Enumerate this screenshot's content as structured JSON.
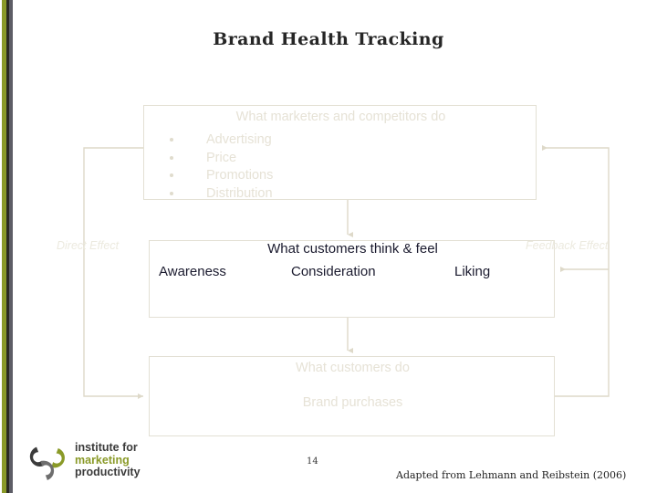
{
  "slide": {
    "title": "Brand Health Tracking",
    "page_number": "14",
    "source_note": "Adapted from Lehmann and Reibstein (2006)"
  },
  "colors": {
    "stripe_olive": "#8a9a28",
    "stripe_dark": "#2b2b22",
    "stripe_gray": "#5d5d66",
    "faded_text": "#e6e2d6",
    "box_border": "#e3e0d4",
    "dark_text": "#1a1a2e",
    "connector": "#ded9c9"
  },
  "diagram": {
    "boxes": [
      {
        "id": "marketers",
        "heading": "What marketers and competitors do",
        "bullets": [
          "Advertising",
          "Price",
          "Promotions",
          "Distribution"
        ]
      },
      {
        "id": "think-feel",
        "heading": "What customers think & feel",
        "stages": [
          "Awareness",
          "Consideration",
          "Liking"
        ]
      },
      {
        "id": "customers-do",
        "heading": "What customers do",
        "sub": "Brand purchases"
      }
    ],
    "labels": {
      "direct_effect": "Direct Effect",
      "feedback_effect": "Feedback Effect"
    }
  },
  "logo": {
    "line_1": "institute for",
    "line_2": "marketing",
    "line_3": "productivity",
    "ring_dark": "#3b3b3b",
    "ring_olive": "#8a9a28",
    "ring_gray": "#6e6e6e"
  }
}
